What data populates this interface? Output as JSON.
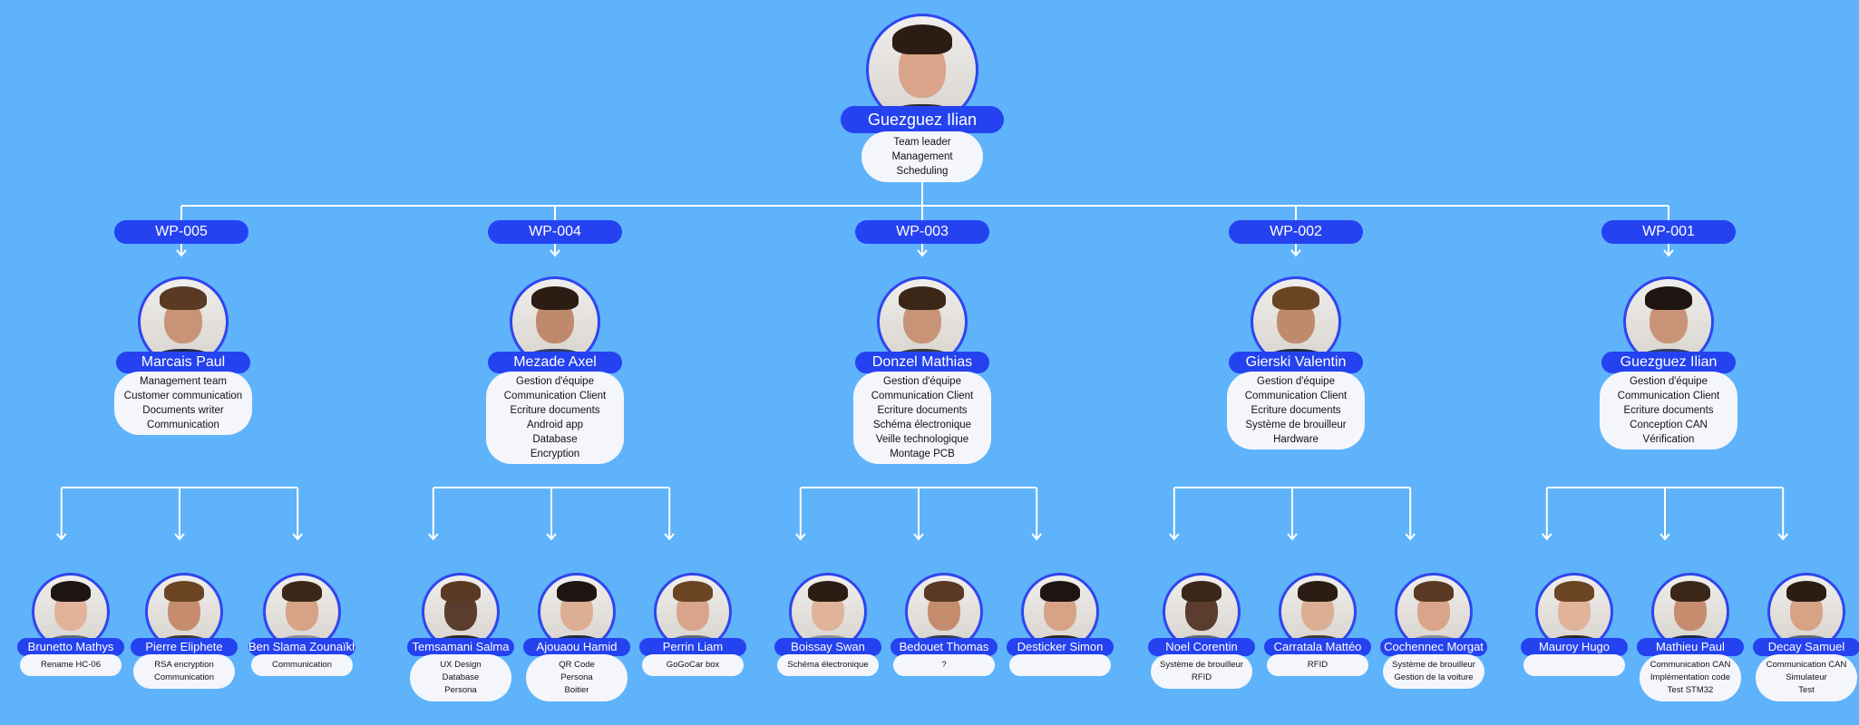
{
  "leader": {
    "name": "Guezguez Ilian",
    "tasks": [
      "Team leader",
      "Management",
      "Scheduling"
    ]
  },
  "work_packages": [
    {
      "id": "WP-005",
      "head": {
        "name": "Marcais Paul",
        "tasks": [
          "Management team",
          "Customer communication",
          "Documents writer",
          "Communication"
        ]
      },
      "members": [
        {
          "name": "Brunetto Mathys",
          "tasks": [
            "Rename HC-06"
          ]
        },
        {
          "name": "Pierre Eliphete",
          "tasks": [
            "RSA encryption",
            "Communication"
          ]
        },
        {
          "name": "Ben Slama Zounaïkha",
          "tasks": [
            "Communication"
          ]
        }
      ]
    },
    {
      "id": "WP-004",
      "head": {
        "name": "Mezade Axel",
        "tasks": [
          "Gestion d'équipe",
          "Communication Client",
          "Ecriture documents",
          "Android app",
          "Database",
          "Encryption"
        ]
      },
      "members": [
        {
          "name": "Temsamani Salma",
          "tasks": [
            "UX Design",
            "Database",
            "Persona"
          ]
        },
        {
          "name": "Ajouaou Hamid",
          "tasks": [
            "QR Code",
            "Persona",
            "Boitier"
          ]
        },
        {
          "name": "Perrin Liam",
          "tasks": [
            "GoGoCar box"
          ]
        }
      ]
    },
    {
      "id": "WP-003",
      "head": {
        "name": "Donzel Mathias",
        "tasks": [
          "Gestion d'équipe",
          "Communication Client",
          "Ecriture documents",
          "Schéma électronique",
          "Veille technologique",
          "Montage PCB"
        ]
      },
      "members": [
        {
          "name": "Boissay Swan",
          "tasks": [
            "Schéma électronique"
          ]
        },
        {
          "name": "Bedouet Thomas",
          "tasks": [
            "?"
          ]
        },
        {
          "name": "Desticker Simon",
          "tasks": []
        }
      ]
    },
    {
      "id": "WP-002",
      "head": {
        "name": "Gierski Valentin",
        "tasks": [
          "Gestion d'équipe",
          "Communication Client",
          "Ecriture documents",
          "Système de brouilleur",
          "Hardware"
        ]
      },
      "members": [
        {
          "name": "Noel Corentin",
          "tasks": [
            "Système de brouilleur",
            "RFID"
          ]
        },
        {
          "name": "Carratala Mattéo",
          "tasks": [
            "RFID"
          ]
        },
        {
          "name": "Cochennec Morgat",
          "tasks": [
            "Système de brouilleur",
            "Gestion de la voiture"
          ]
        }
      ]
    },
    {
      "id": "WP-001",
      "head": {
        "name": "Guezguez Ilian",
        "tasks": [
          "Gestion d'équipe",
          "Communication Client",
          "Ecriture documents",
          "Conception CAN",
          "Vérification"
        ]
      },
      "members": [
        {
          "name": "Mauroy Hugo",
          "tasks": []
        },
        {
          "name": "Mathieu Paul",
          "tasks": [
            "Communication CAN",
            "Implémentation code",
            "Test STM32"
          ]
        },
        {
          "name": "Decay Samuel",
          "tasks": [
            "Communication CAN",
            "Simulateur",
            "Test"
          ]
        }
      ]
    }
  ],
  "colors": {
    "background": "#5eb3fb",
    "label": "#2542f0",
    "card": "#f4f6fb",
    "line": "#ffffff"
  }
}
